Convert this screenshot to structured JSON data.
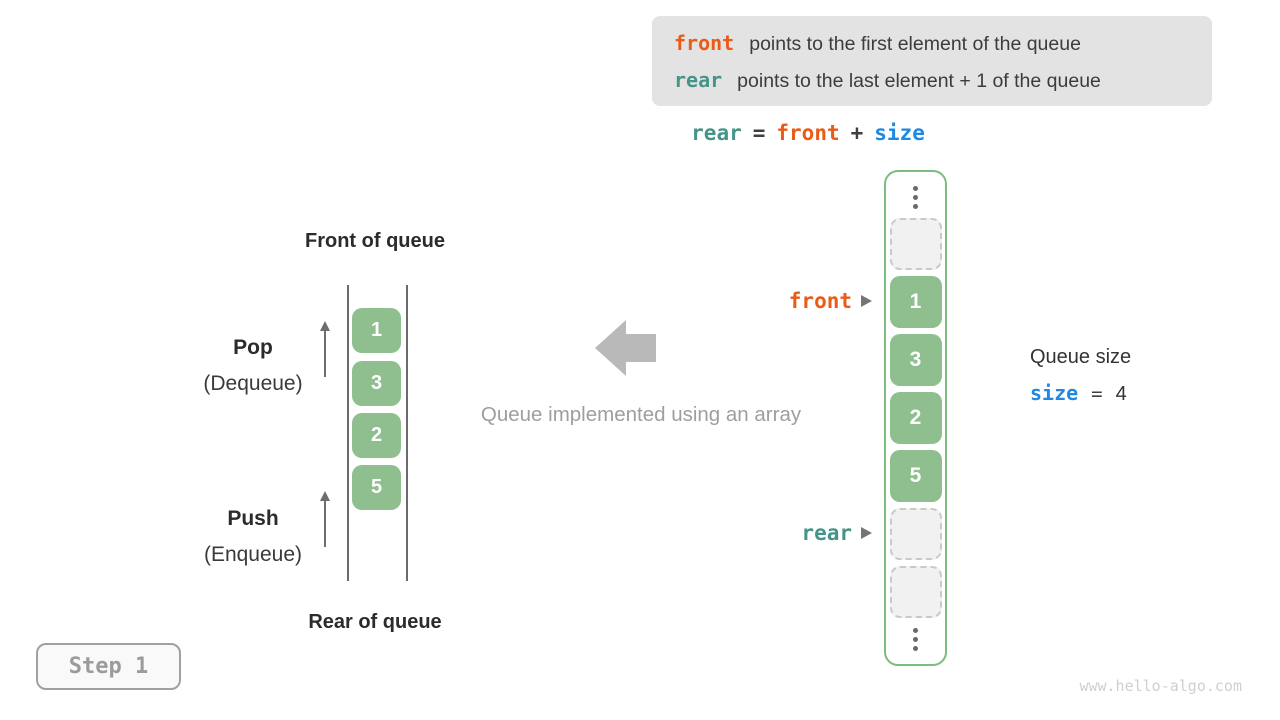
{
  "info_box": {
    "line1": {
      "code": "front",
      "text": "points to the first element of the queue"
    },
    "line2": {
      "code": "rear",
      "text": "points to the last element + 1 of the queue"
    }
  },
  "formula": {
    "lhs": "rear",
    "eq": "=",
    "mid": "front",
    "plus": "+",
    "rhs": "size"
  },
  "left_queue": {
    "front_of_queue": "Front of queue",
    "rear_of_queue": "Rear of queue",
    "pop_title": "Pop",
    "pop_subtitle": "(Dequeue)",
    "push_title": "Push",
    "push_subtitle": "(Enqueue)",
    "values": [
      "1",
      "3",
      "2",
      "5"
    ]
  },
  "middle": {
    "caption": "Queue implemented using an array"
  },
  "array_view": {
    "front_pointer": "front",
    "rear_pointer": "rear",
    "values": [
      "1",
      "3",
      "2",
      "5"
    ]
  },
  "queue_size": {
    "label": "Queue size",
    "code": "size",
    "eq": "=",
    "value": "4"
  },
  "step_badge": {
    "label": "Step 1"
  },
  "watermark": "www.hello-algo.com",
  "colors": {
    "front_orange": "#ea5b17",
    "rear_teal": "#459488",
    "size_blue": "#1e88e5",
    "cell_green": "#8fbf8f",
    "array_border_green": "#7cbc7c",
    "info_box_bg": "#e3e3e3",
    "block_arrow_gray": "#b9b9b9"
  }
}
